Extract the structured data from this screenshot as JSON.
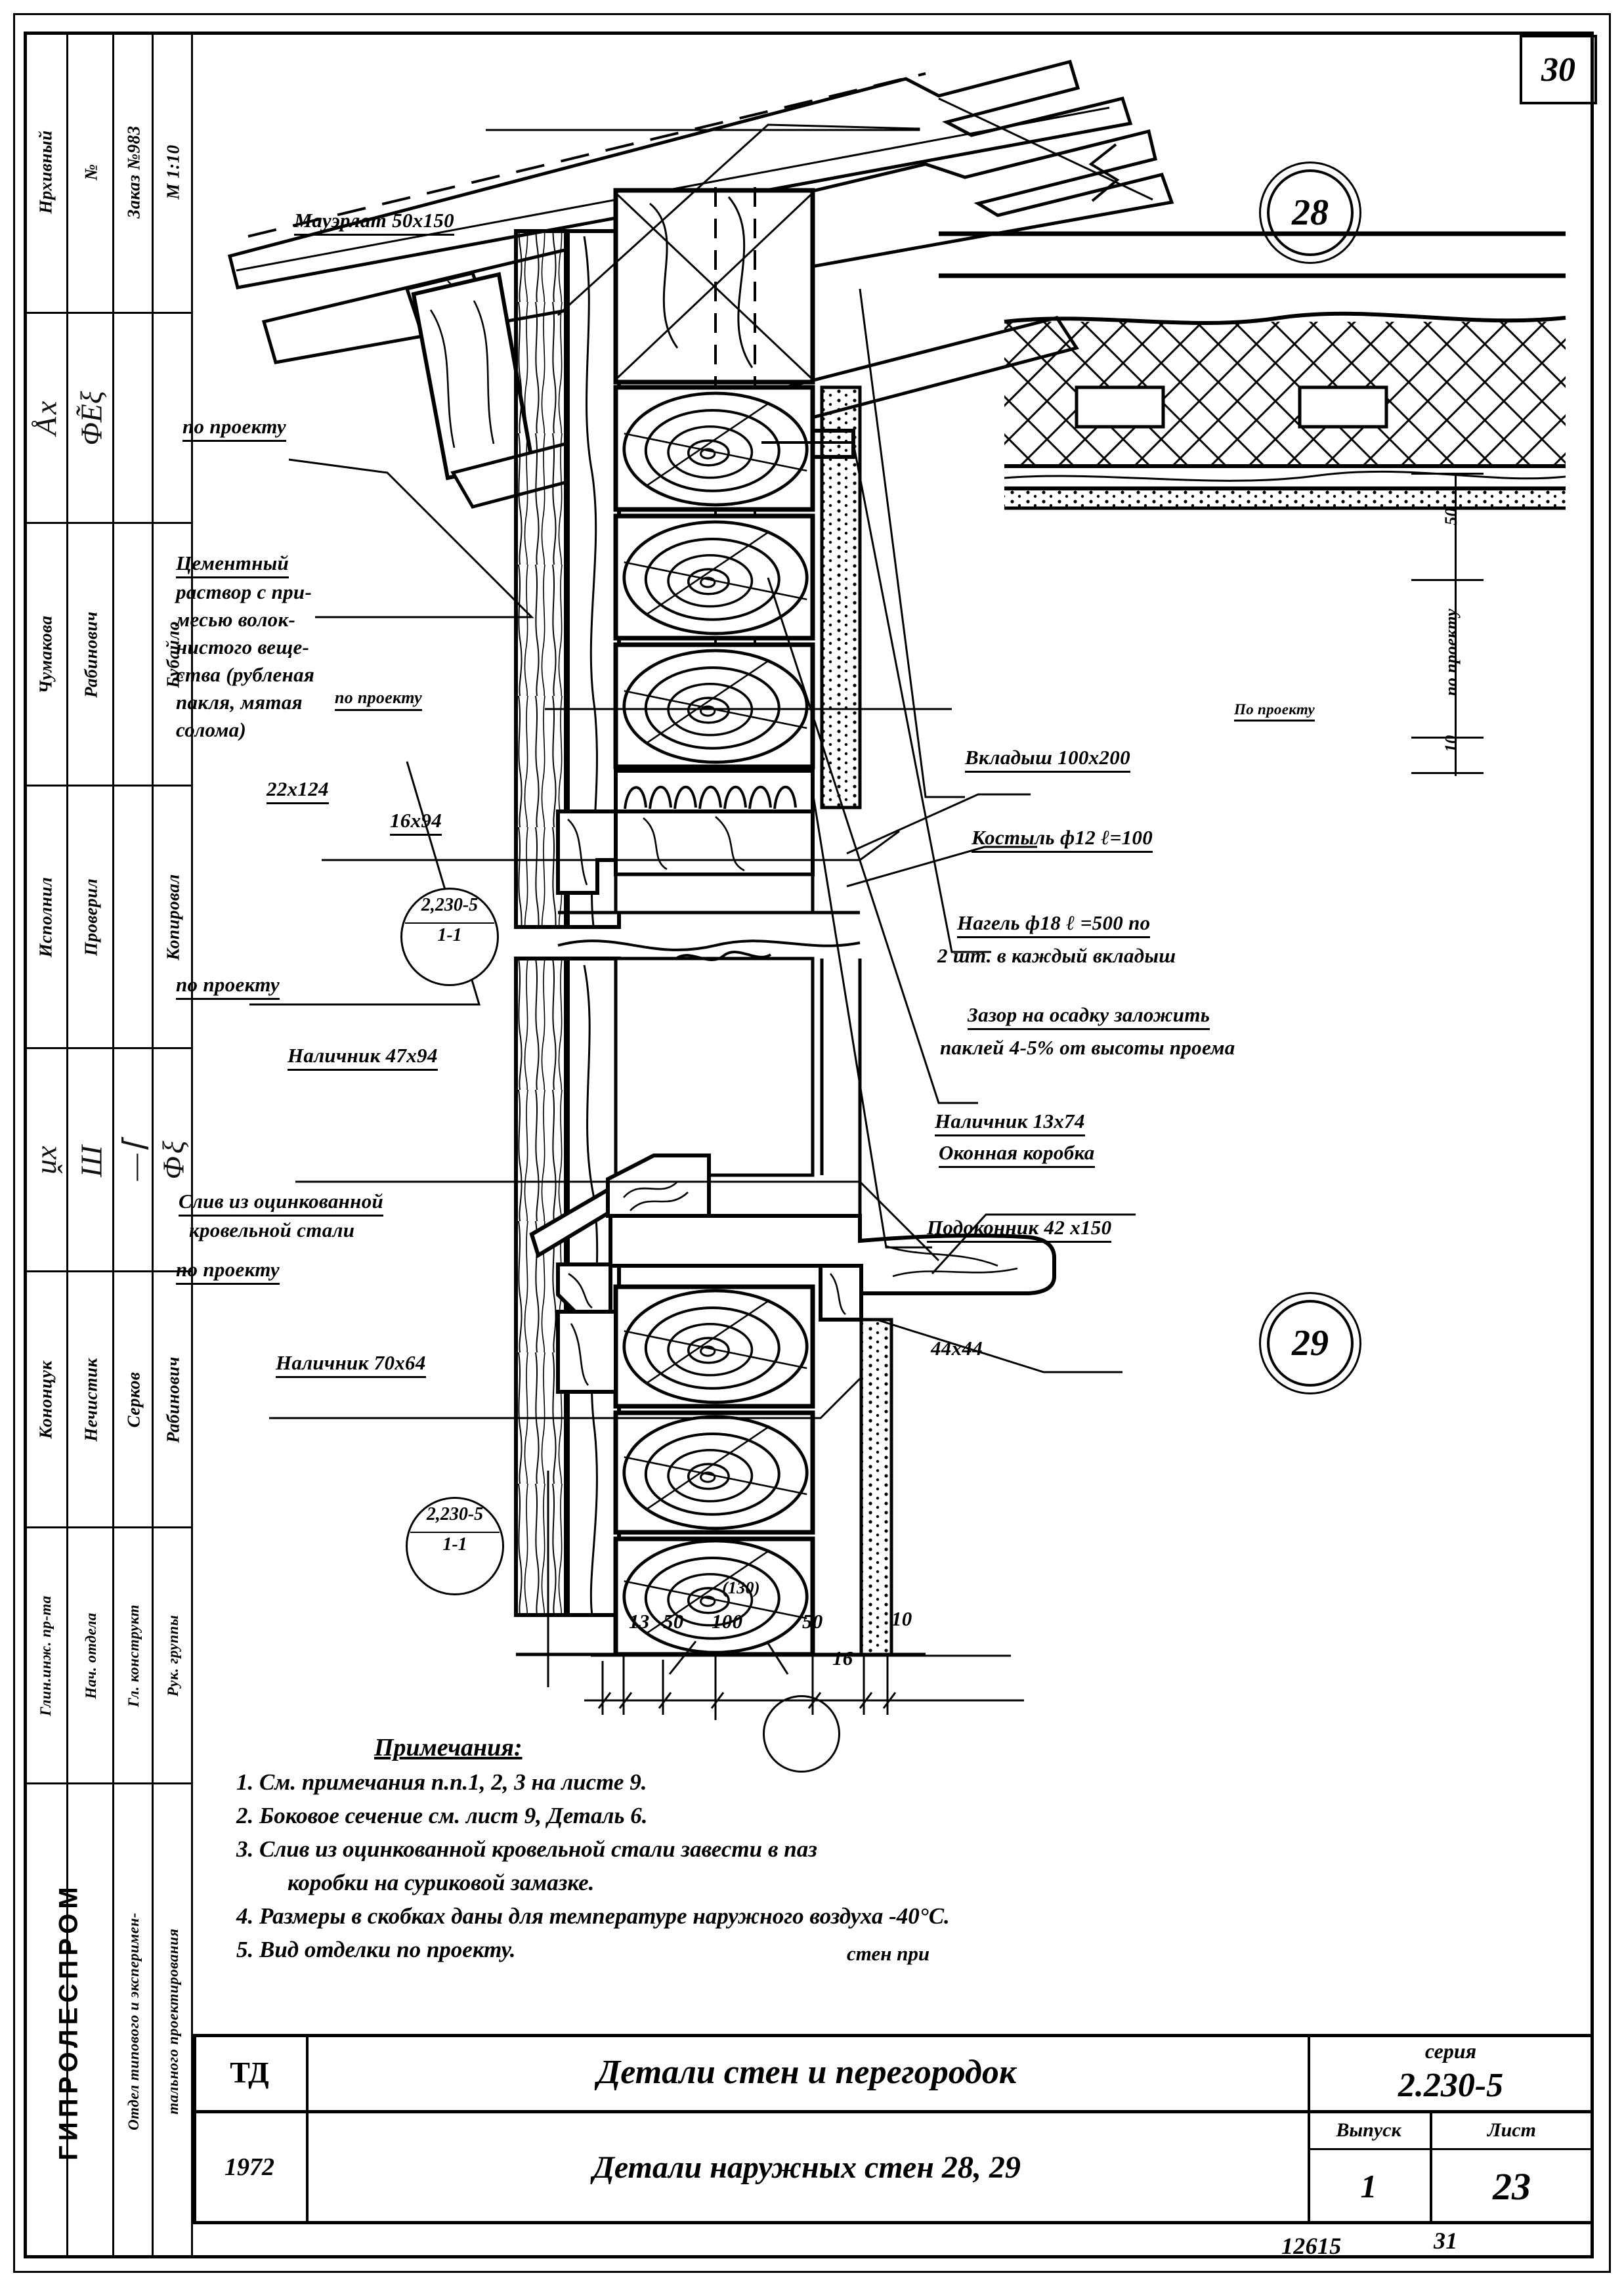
{
  "sheet": {
    "corner_number": "30",
    "bottom_right_code": "12615",
    "bottom_right_page": "31"
  },
  "left_stamp": {
    "rows": [
      {
        "c1": "Чумакова",
        "c2": "Рабинович",
        "c3": "",
        "c4": "Бубайло"
      },
      {
        "c1": "Исполнил",
        "c2": "Проверил",
        "c3": "",
        "c4": "Копировал"
      },
      {
        "c1": "Кононцук",
        "c2": "Нечистик",
        "c3": "Серков",
        "c4": "Рабинович"
      },
      {
        "c1": "Глин.инж. пр-та",
        "c2": "Нач. отдела",
        "c3": "Гл. конструкт",
        "c4": "Рук. группы"
      }
    ],
    "top_row": {
      "c1": "Нрхивный",
      "c2": "№",
      "c3": "Заказ №983",
      "c4": "М 1:10"
    },
    "company": "ГИПРОЛЕСПРОМ",
    "department_line1": "Отдел типового и эксперимен-",
    "department_line2": "тального проектирования"
  },
  "title_block": {
    "mark": "ТД",
    "year": "1972",
    "title_main": "Детали стен и перегородок",
    "title_sub": "Детали наружных стен  28, 29",
    "series_label": "серия",
    "series_value": "2.230-5",
    "issue_label": "Выпуск",
    "issue_value": "1",
    "sheet_label": "Лист",
    "sheet_value": "23"
  },
  "detail_markers": {
    "top": "28",
    "bottom": "29",
    "section_top": {
      "series": "2,230-5",
      "cut": "1-1"
    },
    "section_bottom": {
      "series": "2,230-5",
      "cut": "1-1"
    }
  },
  "labels": {
    "mauerlat": "Мауэрлат 50х150",
    "po_proektu_1": "по проекту",
    "cement_l1": "Цементный",
    "cement_l2": "раствор с при-",
    "cement_l3": "месью волок-",
    "cement_l4": "нистого веще-",
    "cement_l5": "ства (рубленая",
    "cement_l6": "пакля, мятая",
    "cement_l7": "солома)",
    "dim_22x124": "22х124",
    "po_proektu_2": "по проекту",
    "dim_16x94": "16х94",
    "po_proektu_3": "по проекту",
    "nalichnik_47": "Наличник 47х94",
    "sliv_l1": "Слив из оцинкованной",
    "sliv_l2": "кровельной стали",
    "po_proektu_4": "по проекту",
    "nalichnik_70": "Наличник 70х64",
    "vkladysh": "Вкладыш 100х200",
    "kostyl": "Костыль ф12 ℓ=100",
    "nagel_l1": "Нагель ф18  ℓ =500 по",
    "nagel_l2": "2 шт. в каждый вкладыш",
    "zazor_l1": "Зазор на осадку заложить",
    "zazor_l2": "паклей 4-5% от высоты проема",
    "nalichnik_13": "Наличник 13х74",
    "okonnaya_korobka": "Оконная коробка",
    "podokonnik": "Подоконник 42 х150",
    "dim_44x44": "44х44",
    "right_50": "50",
    "right_po_proektu": "по проекту",
    "right_10": "10",
    "right_po_proektu_low": "По проекту"
  },
  "dimension_chain": {
    "values": [
      "13",
      "50",
      "100",
      "50",
      "10"
    ],
    "bracket": "(130)",
    "below": "16"
  },
  "notes": {
    "title": "Примечания:",
    "items": [
      "1. См. примечания п.п.1, 2, 3 на листе 9.",
      "2. Боковое сечение см. лист 9, Деталь 6.",
      "3. Слив из оцинкованной кровельной стали завести в паз",
      "коробки на суриковой замазке.",
      "4. Размеры в скобках даны для температуре наружного воздуха -40°С.",
      "5. Вид отделки по проекту."
    ],
    "inserted": "стен при"
  }
}
